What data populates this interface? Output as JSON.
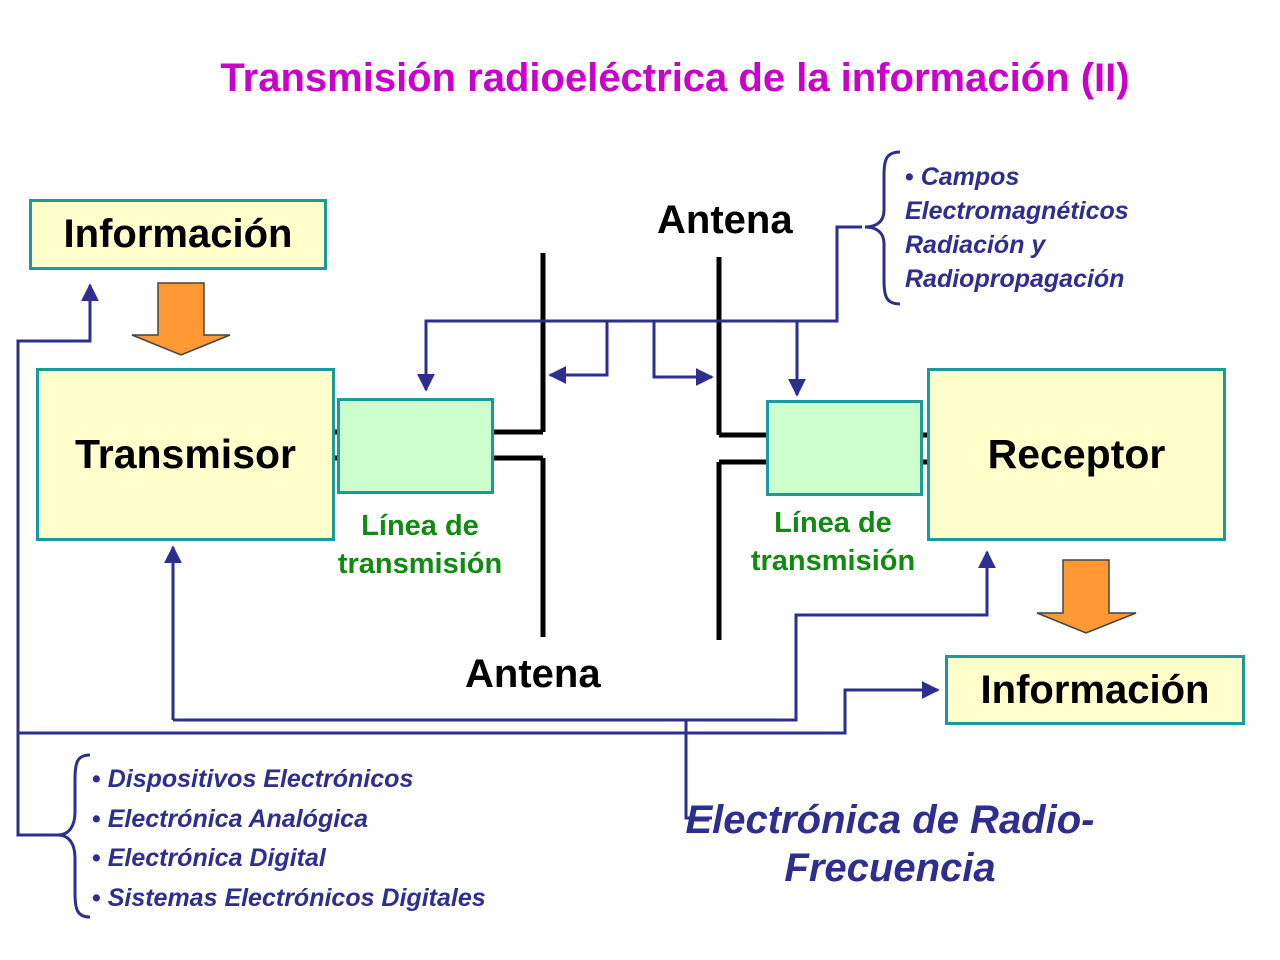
{
  "title": "Transmisión radioeléctrica de la información (II)",
  "boxes": {
    "info_top": "Información",
    "transmitter": "Transmisor",
    "receiver": "Receptor",
    "info_bottom": "Información"
  },
  "antenna_labels": {
    "top": "Antena",
    "bottom": "Antena"
  },
  "transmission_line_labels": {
    "left": [
      "Línea de",
      "transmisión"
    ],
    "right": [
      "Línea de",
      "transmisión"
    ]
  },
  "notes_top": {
    "bullet": "•",
    "items": [
      "Campos",
      "Electromagnéticos",
      "Radiación y",
      "Radiopropagación"
    ]
  },
  "notes_bottom": [
    "Dispositivos Electrónicos",
    "Electrónica Analógica",
    "Electrónica Digital",
    "Sistemas Electrónicos Digitales"
  ],
  "footer": [
    "Electrónica de Radio-",
    "Frecuencia"
  ],
  "colors": {
    "title": "#cc00cc",
    "box_fill": "#ffffcc",
    "box_border": "#1a9a9a",
    "line_box_fill": "#ccffcc",
    "line_label": "#108a10",
    "connector": "#2e2e8f",
    "arrow_fill": "#ff9933"
  }
}
